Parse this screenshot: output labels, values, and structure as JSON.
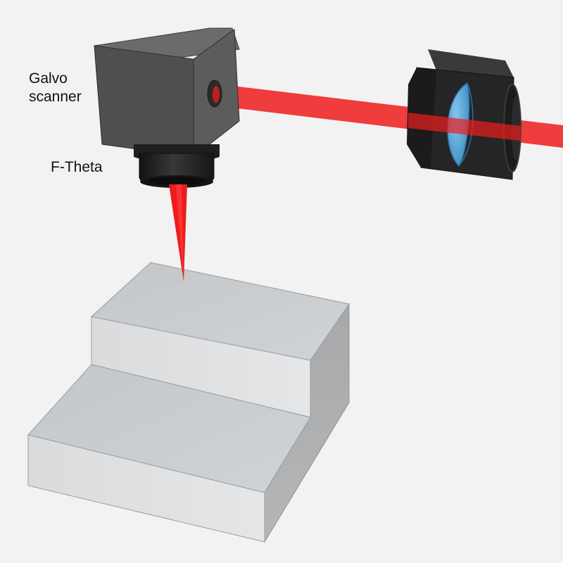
{
  "labels": {
    "galvo_line1": "Galvo",
    "galvo_line2": "scanner",
    "f_theta": "F-Theta"
  },
  "colors": {
    "background": "#f2f2f2",
    "laser_beam": "#ee1c1c",
    "lens_glass": "#4fa3d6",
    "galvo_body": "#505050",
    "housing_dark": "#262626",
    "workpiece_top": "#c8cbce",
    "workpiece_front": "#dfe1e3",
    "workpiece_side": "#a9abad"
  },
  "icons": [
    "galvo-scanner-cube",
    "f-theta-lens",
    "collimator-lens-housing",
    "laser-beam",
    "stepped-workpiece"
  ]
}
